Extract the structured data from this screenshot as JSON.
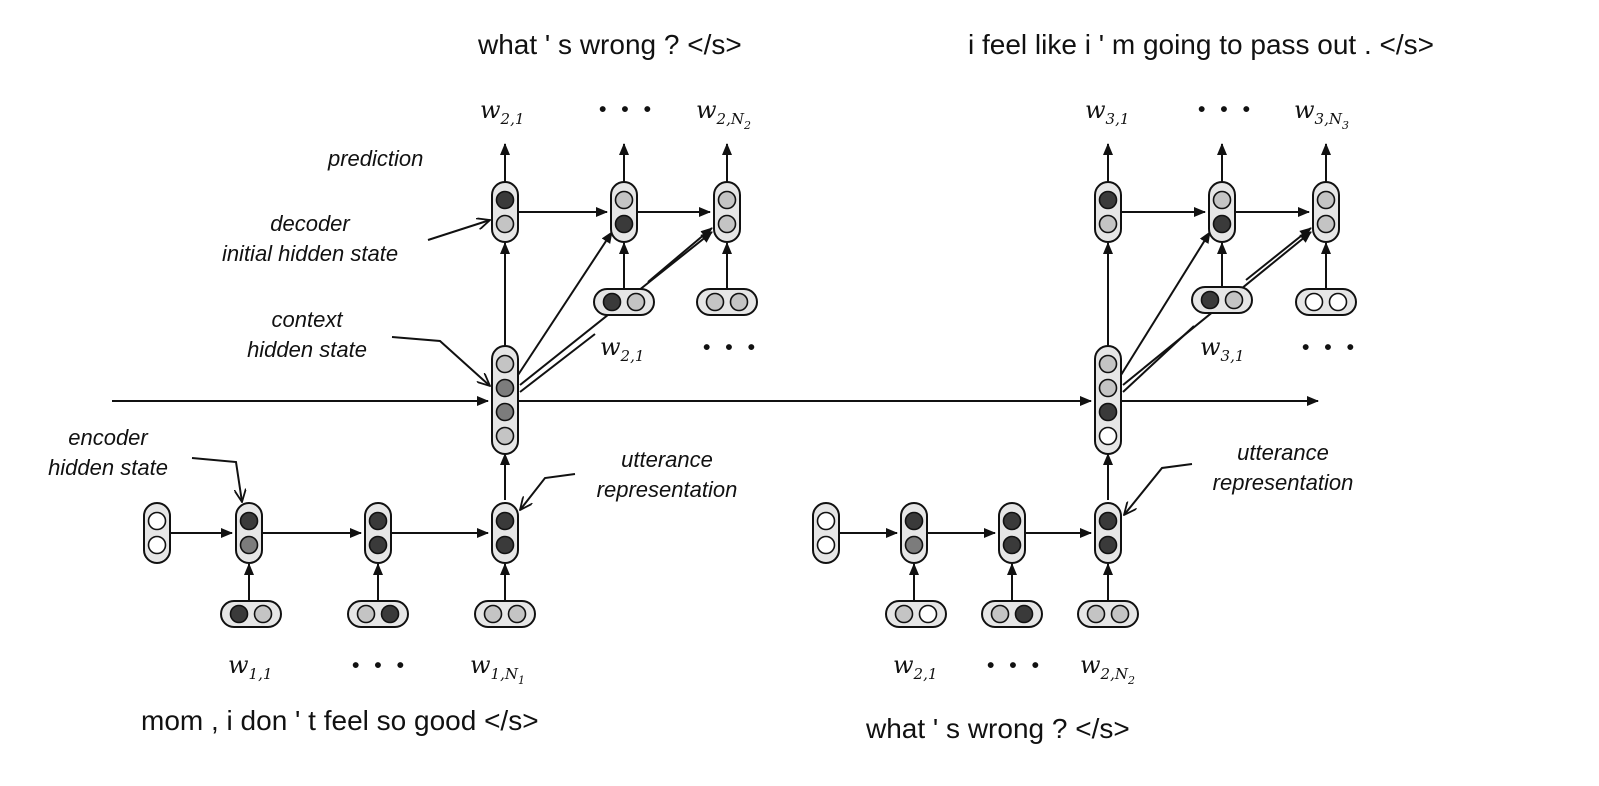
{
  "sentences": {
    "top_left": "what ' s wrong ? </s>",
    "top_right": "i feel like i ' m going to pass out . </s>",
    "bottom_left": "mom , i don ' t feel so good </s>",
    "bottom_right": "what ' s wrong ? </s>"
  },
  "annotations": {
    "prediction": "prediction",
    "decoder_line1": "decoder",
    "decoder_line2": "initial hidden state",
    "context_line1": "context",
    "context_line2": "hidden state",
    "encoder_line1": "encoder",
    "encoder_line2": "hidden state",
    "utterance_left_line1": "utterance",
    "utterance_left_line2": "representation",
    "utterance_right_line1": "utterance",
    "utterance_right_line2": "representation"
  },
  "tokens": {
    "dec1_out1": {
      "base": "w",
      "sub": "2,1"
    },
    "dec1_out2": "· · ·",
    "dec1_out3": {
      "base": "w",
      "sub": "2,N",
      "subsub": "2"
    },
    "dec1_in1": {
      "base": "w",
      "sub": "2,1"
    },
    "dec1_in2": "· · ·",
    "dec2_out1": {
      "base": "w",
      "sub": "3,1"
    },
    "dec2_out2": "· · ·",
    "dec2_out3": {
      "base": "w",
      "sub": "3,N",
      "subsub": "3"
    },
    "dec2_in1": {
      "base": "w",
      "sub": "3,1"
    },
    "dec2_in2": "· · ·",
    "enc1_in1": {
      "base": "w",
      "sub": "1,1"
    },
    "enc1_in2": "· · ·",
    "enc1_in3": {
      "base": "w",
      "sub": "1,N",
      "subsub": "1"
    },
    "enc2_in1": {
      "base": "w",
      "sub": "2,1"
    },
    "enc2_in2": "· · ·",
    "enc2_in3": {
      "base": "w",
      "sub": "2,N",
      "subsub": "2"
    }
  },
  "colors": {
    "dark": "#3a3a3a",
    "medium": "#7c7c7c",
    "light": "#c4c4c4",
    "empty": "#ffffff",
    "node_body": "#e6e6e6",
    "stroke": "#111111"
  }
}
